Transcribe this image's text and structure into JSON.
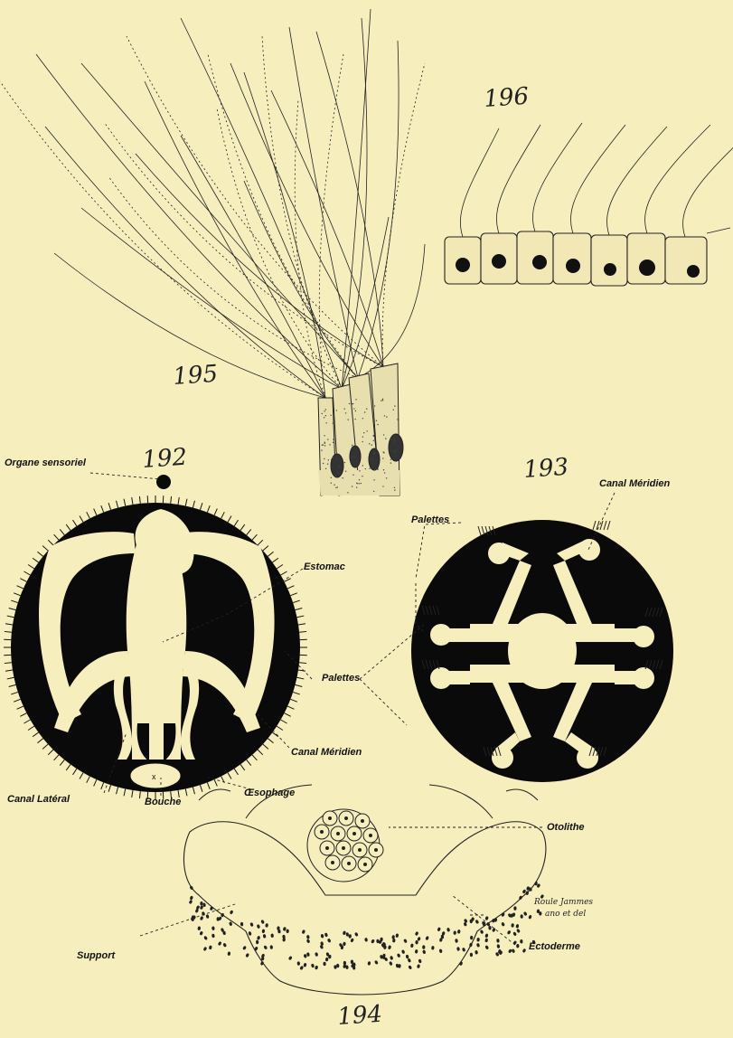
{
  "figure_numbers": {
    "fig195": "195",
    "fig196": "196",
    "fig192": "192",
    "fig193": "193",
    "fig194": "194"
  },
  "labels": {
    "organe_sensoriel": "Organe sensoriel",
    "estomac": "Estomac",
    "palettes_192": "Palettes",
    "canal_meridien_192": "Canal Méridien",
    "oesophage": "Œsophage",
    "canal_lateral": "Canal Latéral",
    "bouche": "Bouche",
    "palettes_193": "Palettes",
    "canal_meridien_193": "Canal Méridien",
    "otolithe": "Otolithe",
    "ectoderme": "Ectoderme",
    "support": "Support"
  },
  "signature": {
    "line1": "Roule Jammes",
    "line2": "ano et del"
  },
  "colors": {
    "paper": "#f7eebd",
    "ink": "#111111"
  }
}
